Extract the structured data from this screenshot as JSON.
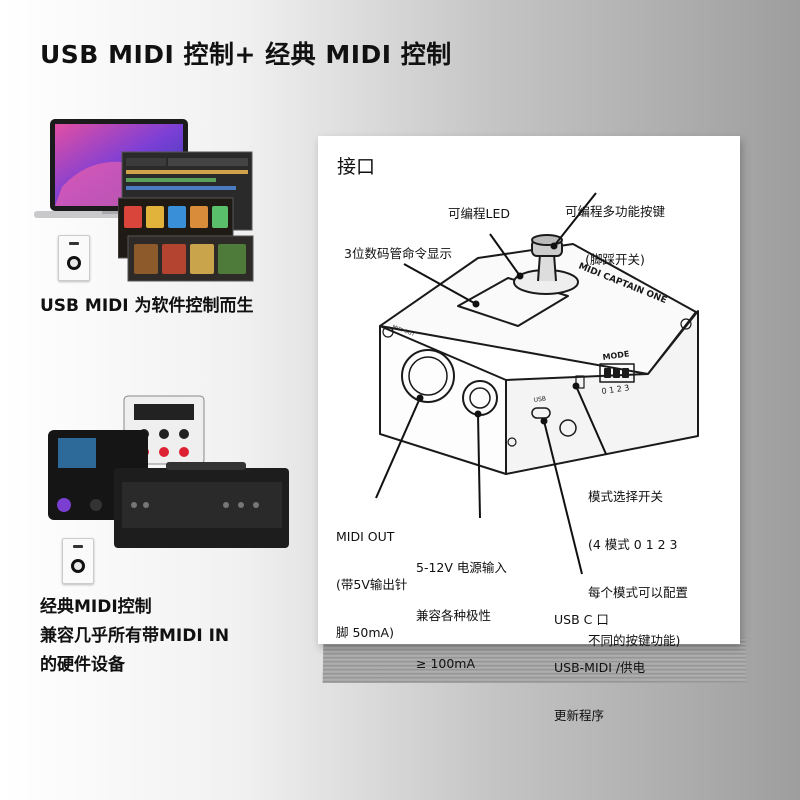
{
  "headline": "USB MIDI 控制+ 经典 MIDI 控制",
  "left": {
    "usb_caption": "USB MIDI 为软件控制而生",
    "classic_caption_lines": [
      "经典MIDI控制",
      "兼容几乎所有带MIDI IN",
      "的硬件设备"
    ]
  },
  "diagram": {
    "title": "接口",
    "labels": {
      "multi_key": "可编程多功能按键",
      "multi_key_sub": "(脚踩开关)",
      "led": "可编程LED",
      "display": "3位数码管命令显示",
      "mode_switch": [
        "模式选择开关",
        "(4 模式 0 1 2 3",
        "每个模式可以配置",
        "不同的按键功能)"
      ],
      "midi_out": [
        "MIDI OUT",
        "(带5V输出针",
        "脚 50mA)"
      ],
      "power": [
        "5-12V 电源输入",
        "兼容各种极性",
        "≥ 100mA"
      ],
      "usb_c": [
        "USB C 口",
        "USB-MIDI /供电",
        "更新程序"
      ]
    },
    "device_print": {
      "brand": "MIDI CAPTAIN ONE",
      "mode": "MODE",
      "mode_nums": "0 1 2 3",
      "usb": "USB",
      "midi_out": "MIDI OUT"
    }
  },
  "colors": {
    "text": "#111111",
    "paper": "#ffffff",
    "device_line": "#1a1a1a"
  }
}
